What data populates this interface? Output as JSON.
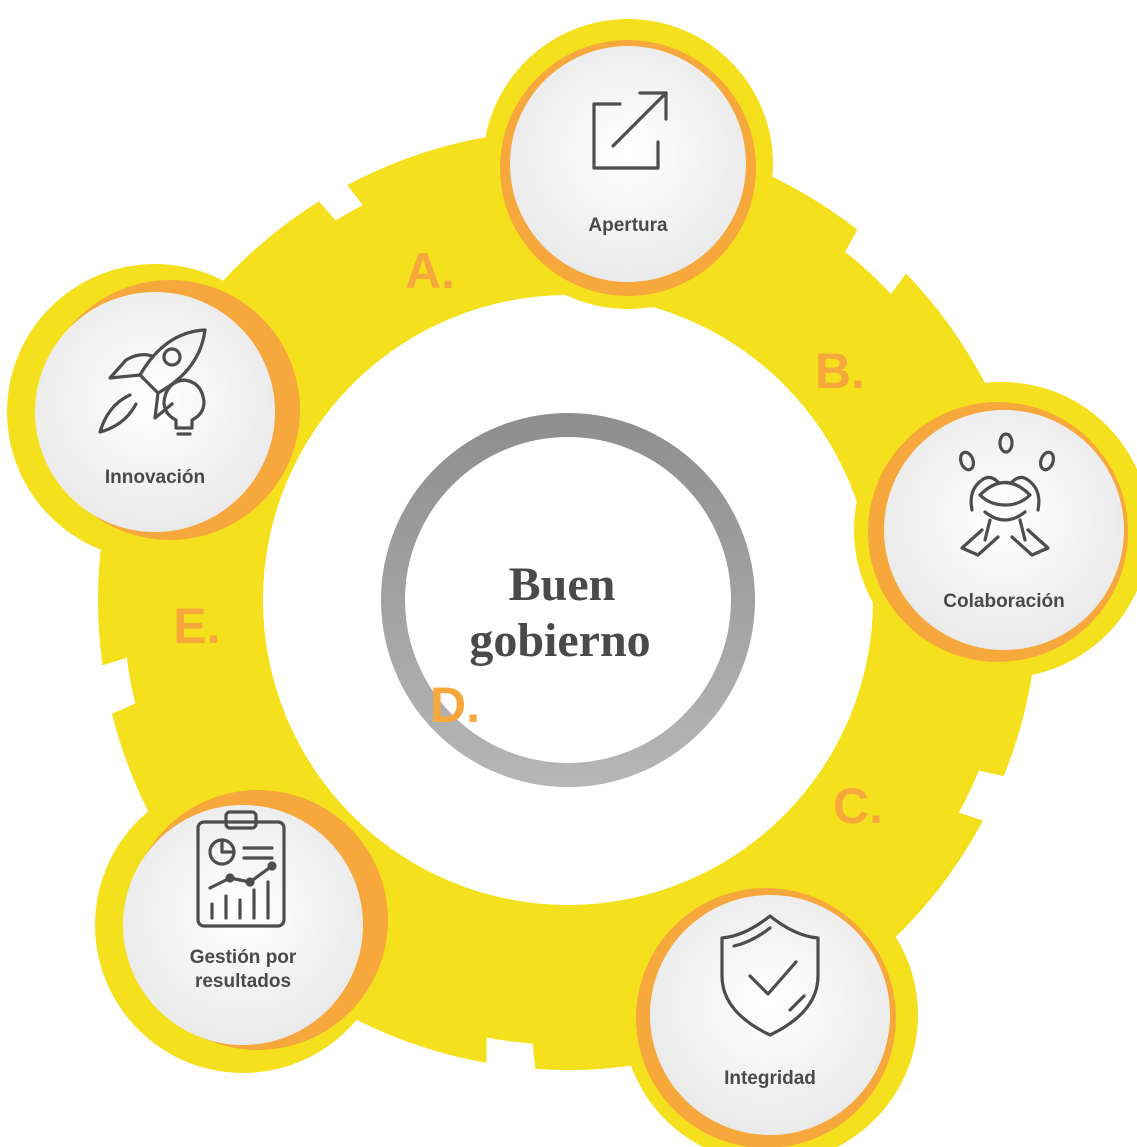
{
  "center": {
    "line1": "Buen",
    "line2": "gobierno"
  },
  "segments": [
    {
      "letter": "A.",
      "label_lines": [
        "Apertura"
      ],
      "icon": "external-link-icon"
    },
    {
      "letter": "B.",
      "label_lines": [
        "Colaboración"
      ],
      "icon": "handshake-coins-icon"
    },
    {
      "letter": "C.",
      "label_lines": [
        "Integridad"
      ],
      "icon": "shield-check-icon"
    },
    {
      "letter": "D.",
      "label_lines": [
        "Gestión por",
        "resultados"
      ],
      "icon": "clipboard-chart-icon"
    },
    {
      "letter": "E.",
      "label_lines": [
        "Innovación"
      ],
      "icon": "rocket-lightbulb-icon"
    }
  ],
  "colors": {
    "ring": "#f4e01c",
    "accent": "#f7a83c",
    "center_ring": "#9a9a9a",
    "text": "#4a4a4a",
    "bubble": "#f2f2f2"
  }
}
